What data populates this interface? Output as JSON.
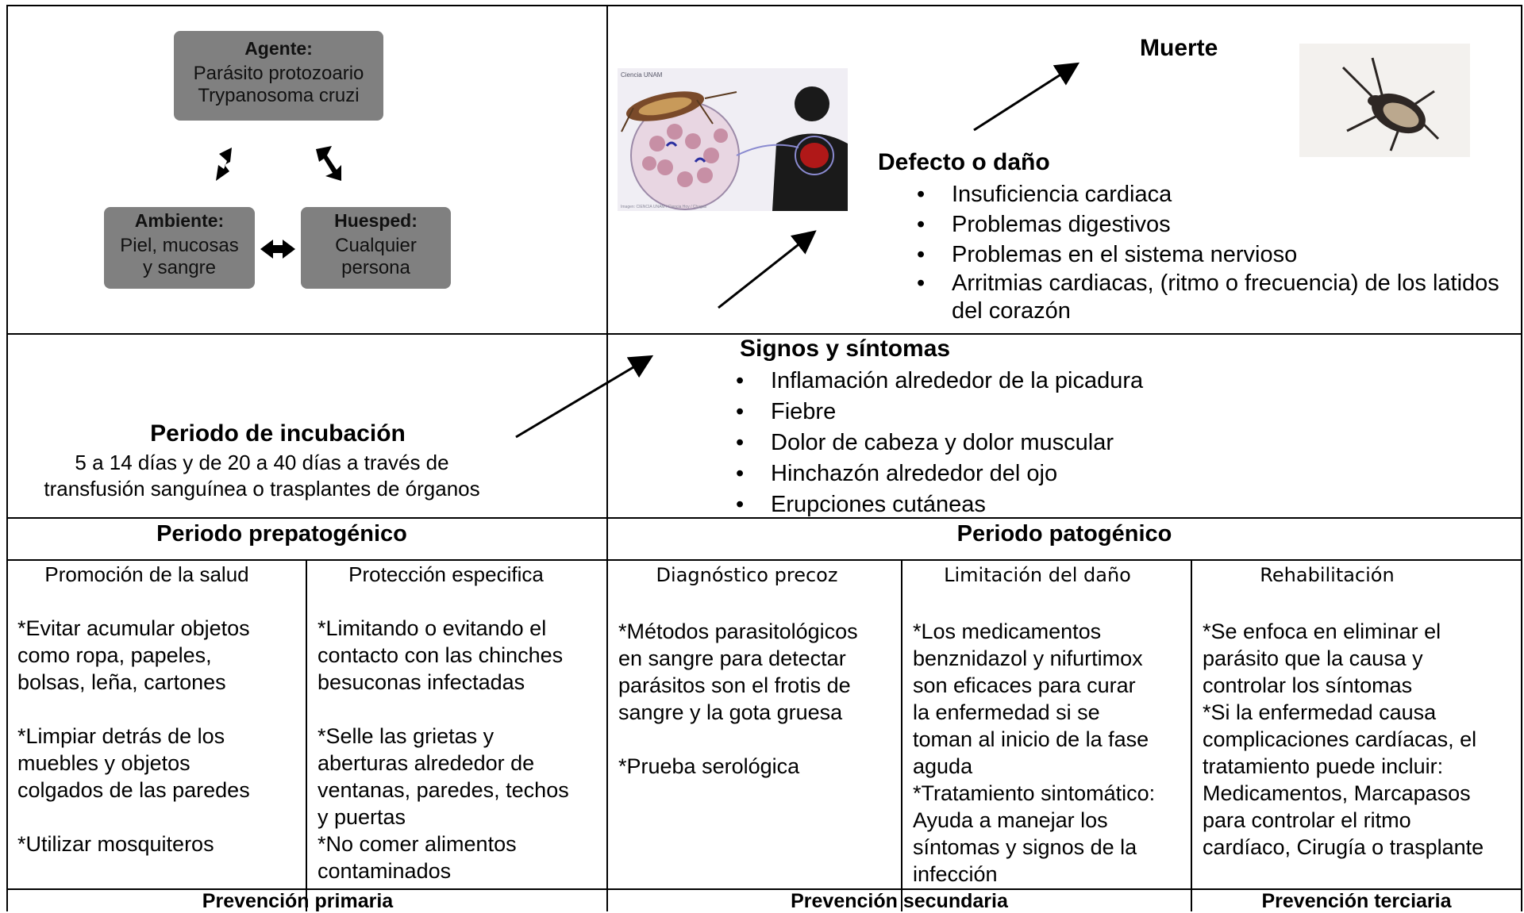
{
  "triad": {
    "agent": {
      "title": "Agente:",
      "text": "Parásito protozoario\nTrypanosoma cruzi"
    },
    "environment": {
      "title": "Ambiente:",
      "text": "Piel, mucosas\ny sangre"
    },
    "host": {
      "title": "Huesped:",
      "text": "Cualquier\npersona"
    }
  },
  "death": {
    "title": "Muerte"
  },
  "defect": {
    "title": "Defecto o daño",
    "items": [
      "Insuficiencia cardiaca",
      "Problemas digestivos",
      "Problemas en el sistema nervioso",
      "Arritmias cardiacas, (ritmo o frecuencia) de los latidos del corazón"
    ]
  },
  "illustration": {
    "brand": "Ciencia UNAM",
    "caption": "Imagen: CIENCIA UNAM / Ciencia Hoy / Chagas"
  },
  "incubation": {
    "title": "Periodo de incubación",
    "text": "5 a 14 días y de 20 a 40 días a través de\ntransfusión sanguínea o trasplantes de órganos"
  },
  "signs": {
    "title": "Signos y síntomas",
    "items": [
      "Inflamación alrededor de la picadura",
      "Fiebre",
      "Dolor de cabeza y dolor muscular",
      "Hinchazón alrededor del ojo",
      "Erupciones cutáneas"
    ]
  },
  "periods": {
    "prepathogenic": "Periodo prepatogénico",
    "pathogenic": "Periodo patogénico"
  },
  "columns": [
    {
      "header": "Promoción de la salud",
      "paragraphs": [
        "*Evitar acumular objetos\ncomo ropa, papeles,\nbolsas, leña, cartones",
        "*Limpiar detrás de los\nmuebles y objetos\ncolgados de las paredes",
        "*Utilizar mosquiteros"
      ]
    },
    {
      "header": "Protección especifica",
      "paragraphs": [
        "*Limitando o evitando el\ncontacto con las chinches\nbesuconas infectadas",
        "*Selle las grietas y\naberturas alrededor de\nventanas, paredes, techos\ny puertas\n*No comer alimentos\ncontaminados"
      ]
    },
    {
      "header": "Diagnóstico precoz",
      "paragraphs": [
        "*Métodos parasitológicos\nen sangre para detectar\nparásitos son el frotis de\nsangre y la gota gruesa",
        "*Prueba serológica"
      ]
    },
    {
      "header": "Limitación del daño",
      "paragraphs": [
        " *Los medicamentos\nbenznidazol y nifurtimox\nson eficaces para curar\nla enfermedad si se\ntoman al inicio de la fase\naguda\n*Tratamiento sintomático:\nAyuda a manejar los\nsíntomas y signos de la\ninfección"
      ]
    },
    {
      "header": "Rehabilitación",
      "paragraphs": [
        "*Se enfoca en eliminar el\nparásito que la causa y\ncontrolar los síntomas\n*Si la enfermedad causa\ncomplicaciones cardíacas, el\ntratamiento puede incluir:\nMedicamentos, Marcapasos\npara controlar el ritmo\ncardíaco, Cirugía o trasplante"
      ]
    }
  ],
  "prevention": {
    "primary": "Prevención primaria",
    "secondary": "Prevención secundaria",
    "tertiary": "Prevención terciaria"
  }
}
